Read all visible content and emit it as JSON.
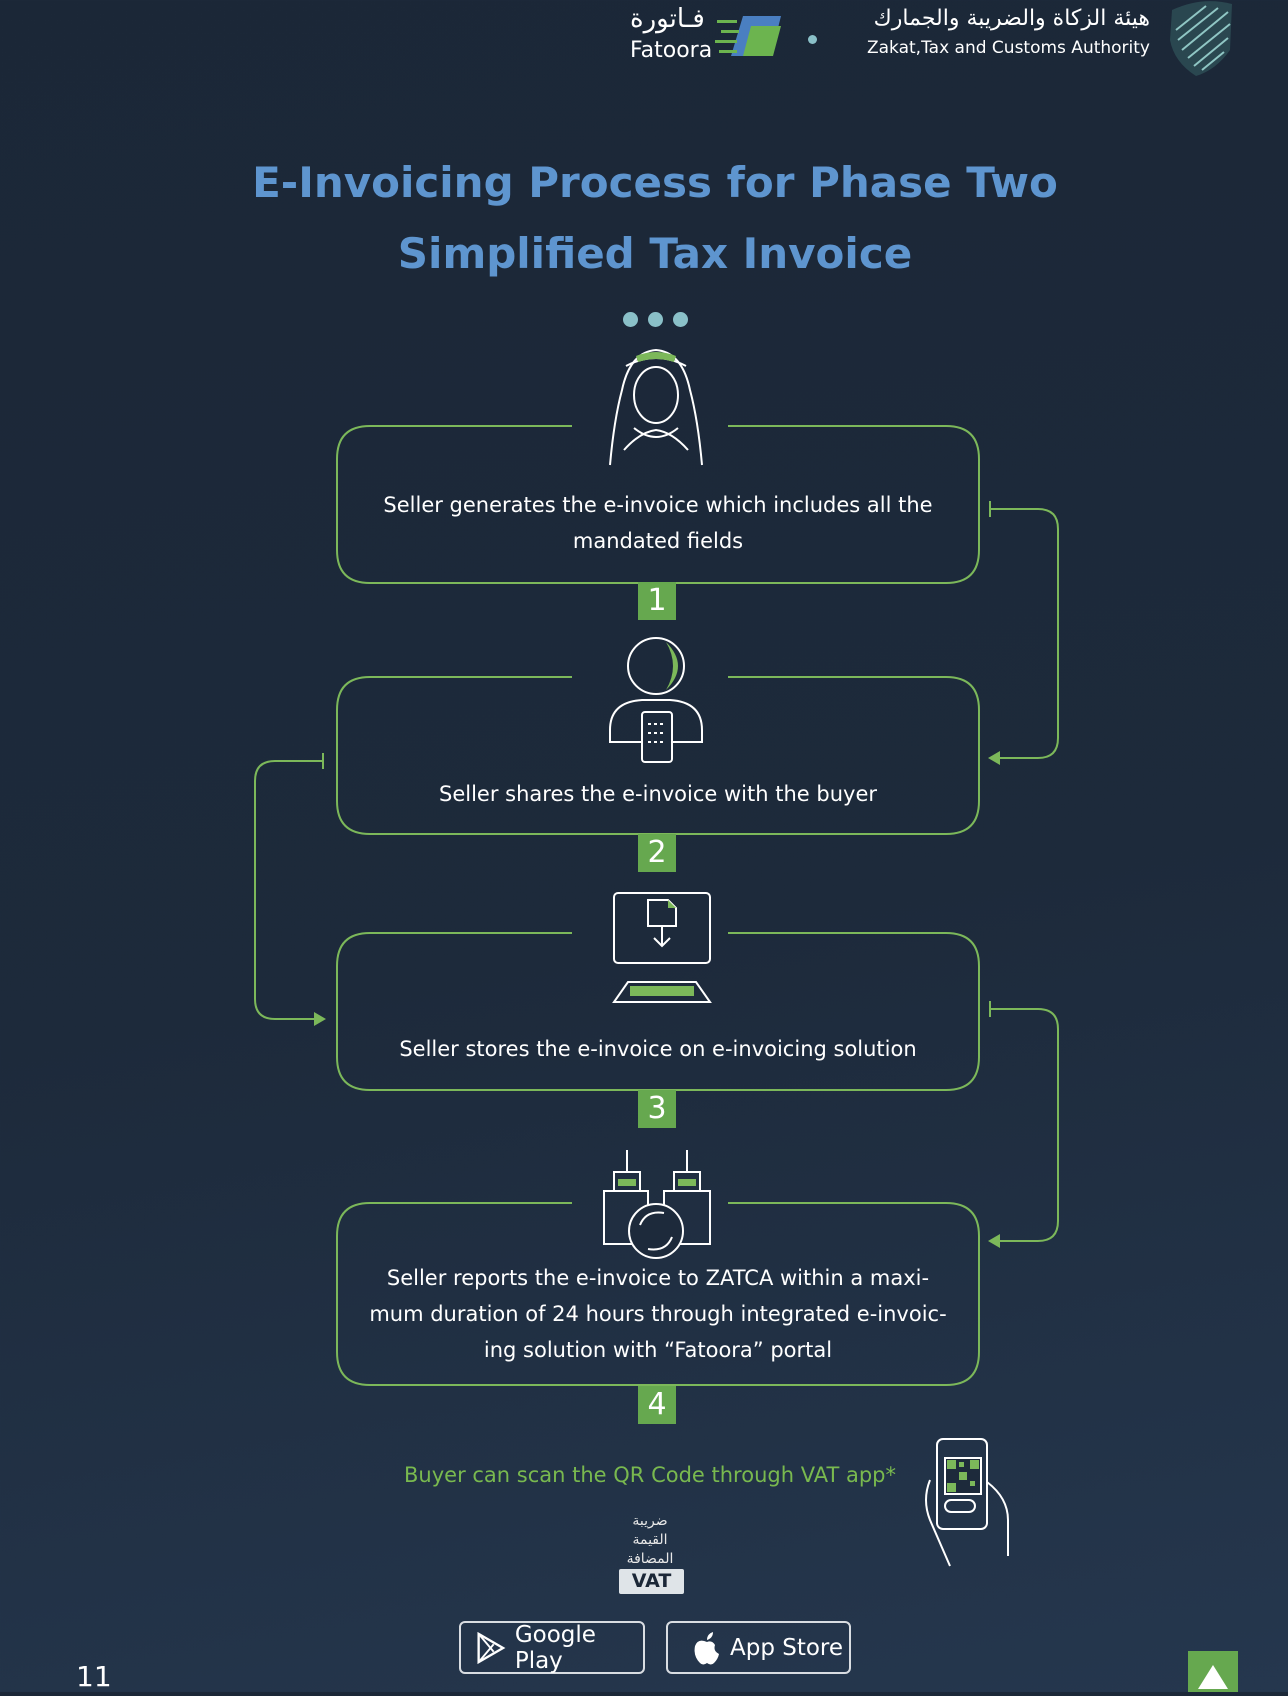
{
  "header": {
    "fatoora_ar": "فـاتورة",
    "fatoora_en": "Fatoora",
    "authority_ar": "هيئة الزكاة والضريبة والجمارك",
    "authority_en": "Zakat,Tax and Customs Authority"
  },
  "title": {
    "line1": "E-Invoicing Process for Phase Two",
    "line2": "Simplified Tax Invoice"
  },
  "steps": [
    {
      "number": "1",
      "line1": "Seller generates the e-invoice which includes all the",
      "line2": "mandated fields",
      "icon": "person-icon"
    },
    {
      "number": "2",
      "line1": "Seller shares the e-invoice with the buyer",
      "icon": "phone-user-icon"
    },
    {
      "number": "3",
      "line1": "Seller stores the e-invoice on e-invoicing solution",
      "icon": "computer-download-icon"
    },
    {
      "number": "4",
      "line1": "Seller reports the e-invoice to ZATCA within a maxi-",
      "line2": "mum duration of 24 hours through integrated e-invoic-",
      "line3": "ing solution with “Fatoora” portal",
      "icon": "buildings-sync-icon"
    }
  ],
  "qr_note": "Buyer can scan the QR Code through VAT app*",
  "vat_logo": {
    "ar_line1": "ضريبة",
    "ar_line2": "القيمة",
    "ar_line3": "المضافة",
    "badge": "VAT"
  },
  "stores": {
    "google": "Google Play",
    "apple": "App Store"
  },
  "page_number": "11",
  "colors": {
    "background": "#1d2a3b",
    "accent_green": "#66a84f",
    "title_blue": "#5e95cf",
    "line_green": "#7cb85a"
  }
}
